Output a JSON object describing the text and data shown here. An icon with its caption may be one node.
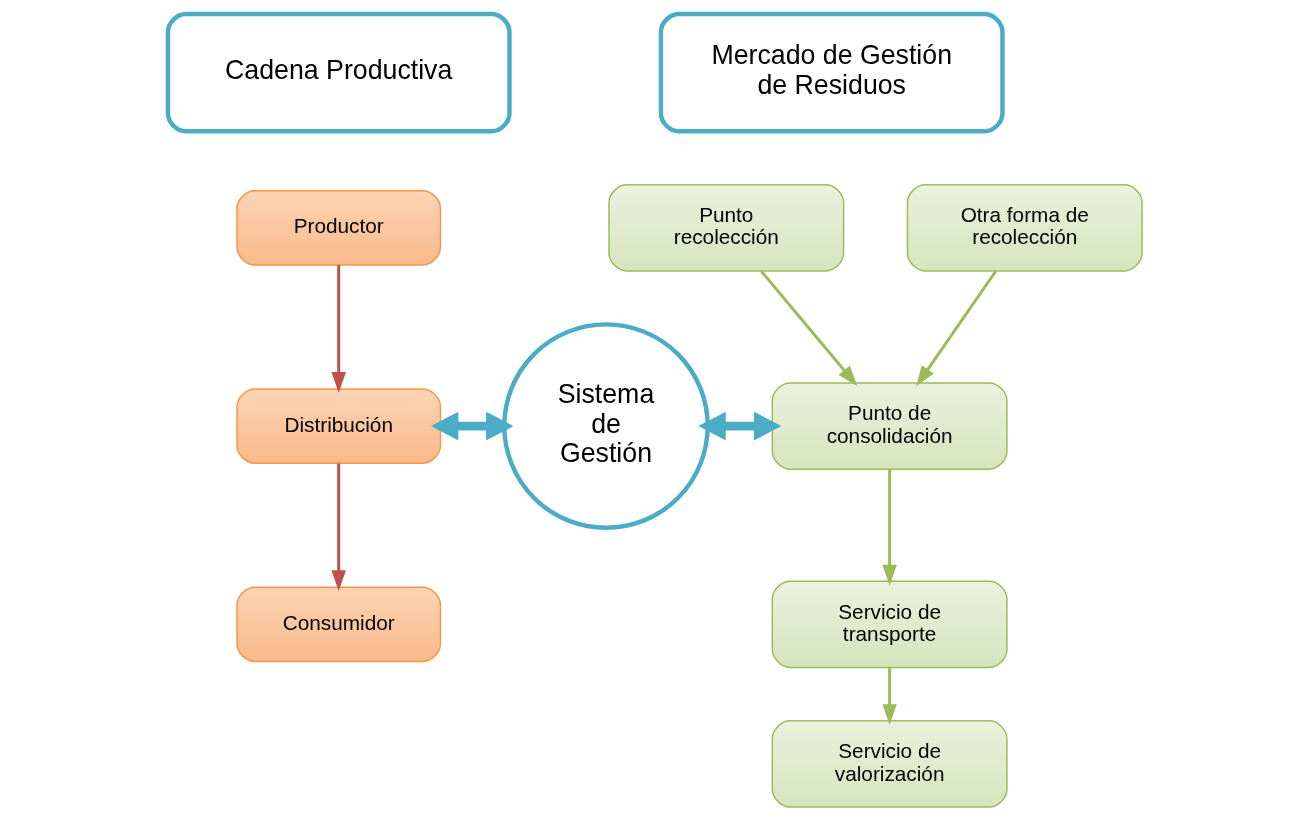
{
  "diagram": {
    "nodes": [
      {
        "text": [
          "Cadena Productiva"
        ]
      },
      {
        "text": [
          "Productor"
        ]
      },
      {
        "text": [
          "Distribución"
        ]
      },
      {
        "text": [
          "Consumidor"
        ]
      },
      {
        "text": [
          "Sistema de Gestión"
        ]
      },
      {
        "text": [
          "Mercado de Gestión de Residuos"
        ]
      },
      {
        "text": [
          "Punto recolección"
        ]
      },
      {
        "text": [
          "Otra forma de recolección"
        ]
      },
      {
        "text": [
          "Punto de consolidación"
        ]
      },
      {
        "text": [
          "Servicio de transporte"
        ]
      },
      {
        "text": [
          "Servicio de valorización"
        ]
      }
    ],
    "edges": [
      {
        "from": 1,
        "to": 2,
        "arrow": "to",
        "color": "#c0504d"
      },
      {
        "from": 2,
        "to": 3,
        "arrow": "to",
        "color": "#c0504d"
      },
      {
        "from": 2,
        "to": 4,
        "arrow": "both",
        "style": "thick",
        "color": "#4bacc6"
      },
      {
        "from": 4,
        "to": 8,
        "arrow": "both",
        "style": "thick",
        "color": "#4bacc6"
      },
      {
        "from": 6,
        "to": 8,
        "arrow": "to",
        "color": "#9bbb59"
      },
      {
        "from": 7,
        "to": 8,
        "arrow": "to",
        "color": "#9bbb59"
      },
      {
        "from": 8,
        "to": 9,
        "arrow": "to",
        "color": "#9bbb59"
      },
      {
        "from": 9,
        "to": 10,
        "arrow": "to",
        "color": "#9bbb59"
      }
    ]
  }
}
